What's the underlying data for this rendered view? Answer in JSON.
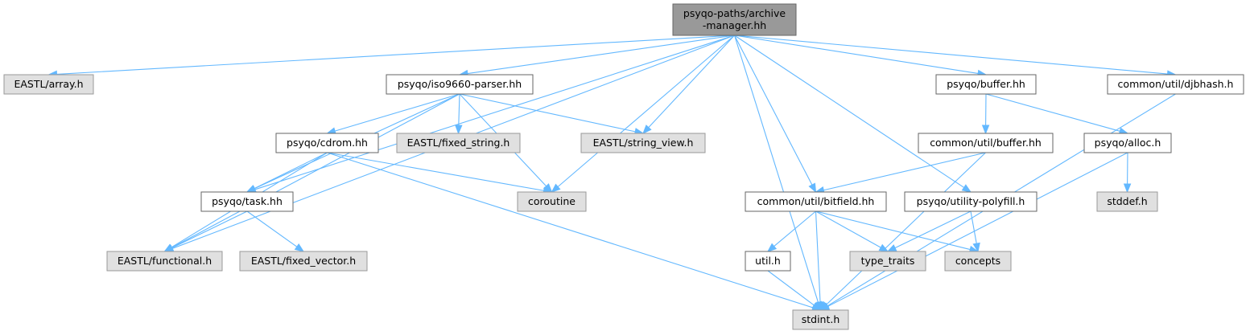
{
  "colors": {
    "root_fill": "#999999",
    "root_stroke": "#666666",
    "project_fill": "#ffffff",
    "project_stroke": "#666666",
    "external_fill": "#e0e0e0",
    "external_stroke": "#999999",
    "edge": "#63b8ff"
  },
  "nodes": [
    {
      "id": "root",
      "lines": [
        "psyqo-paths/archive",
        "-manager.hh"
      ],
      "kind": "root"
    },
    {
      "id": "eastl_array",
      "lines": [
        "EASTL/array.h"
      ],
      "kind": "external"
    },
    {
      "id": "iso9660",
      "lines": [
        "psyqo/iso9660-parser.hh"
      ],
      "kind": "project"
    },
    {
      "id": "buffer_hh",
      "lines": [
        "psyqo/buffer.hh"
      ],
      "kind": "project"
    },
    {
      "id": "djbhash",
      "lines": [
        "common/util/djbhash.h"
      ],
      "kind": "project"
    },
    {
      "id": "cdrom",
      "lines": [
        "psyqo/cdrom.hh"
      ],
      "kind": "project"
    },
    {
      "id": "fixed_string",
      "lines": [
        "EASTL/fixed_string.h"
      ],
      "kind": "external"
    },
    {
      "id": "string_view",
      "lines": [
        "EASTL/string_view.h"
      ],
      "kind": "external"
    },
    {
      "id": "util_buffer",
      "lines": [
        "common/util/buffer.hh"
      ],
      "kind": "project"
    },
    {
      "id": "alloc",
      "lines": [
        "psyqo/alloc.h"
      ],
      "kind": "project"
    },
    {
      "id": "task",
      "lines": [
        "psyqo/task.hh"
      ],
      "kind": "project"
    },
    {
      "id": "coroutine",
      "lines": [
        "coroutine"
      ],
      "kind": "external"
    },
    {
      "id": "bitfield",
      "lines": [
        "common/util/bitfield.hh"
      ],
      "kind": "project"
    },
    {
      "id": "polyfill",
      "lines": [
        "psyqo/utility-polyfill.h"
      ],
      "kind": "project"
    },
    {
      "id": "stddef",
      "lines": [
        "stddef.h"
      ],
      "kind": "external"
    },
    {
      "id": "functional",
      "lines": [
        "EASTL/functional.h"
      ],
      "kind": "external"
    },
    {
      "id": "fixed_vector",
      "lines": [
        "EASTL/fixed_vector.h"
      ],
      "kind": "external"
    },
    {
      "id": "util_h",
      "lines": [
        "util.h"
      ],
      "kind": "project"
    },
    {
      "id": "type_traits",
      "lines": [
        "type_traits"
      ],
      "kind": "external"
    },
    {
      "id": "concepts",
      "lines": [
        "concepts"
      ],
      "kind": "external"
    },
    {
      "id": "stdint",
      "lines": [
        "stdint.h"
      ],
      "kind": "external"
    }
  ],
  "edges": [
    [
      "root",
      "eastl_array"
    ],
    [
      "root",
      "iso9660"
    ],
    [
      "root",
      "buffer_hh"
    ],
    [
      "root",
      "djbhash"
    ],
    [
      "root",
      "functional"
    ],
    [
      "root",
      "task"
    ],
    [
      "root",
      "string_view"
    ],
    [
      "root",
      "coroutine"
    ],
    [
      "root",
      "stdint"
    ],
    [
      "root",
      "bitfield"
    ],
    [
      "root",
      "polyfill"
    ],
    [
      "iso9660",
      "cdrom"
    ],
    [
      "iso9660",
      "fixed_string"
    ],
    [
      "iso9660",
      "string_view"
    ],
    [
      "iso9660",
      "coroutine"
    ],
    [
      "iso9660",
      "task"
    ],
    [
      "iso9660",
      "functional"
    ],
    [
      "cdrom",
      "task"
    ],
    [
      "cdrom",
      "coroutine"
    ],
    [
      "cdrom",
      "functional"
    ],
    [
      "cdrom",
      "stdint"
    ],
    [
      "task",
      "functional"
    ],
    [
      "task",
      "fixed_vector"
    ],
    [
      "buffer_hh",
      "util_buffer"
    ],
    [
      "buffer_hh",
      "alloc"
    ],
    [
      "util_buffer",
      "bitfield"
    ],
    [
      "util_buffer",
      "stdint"
    ],
    [
      "alloc",
      "stddef"
    ],
    [
      "alloc",
      "stdint"
    ],
    [
      "djbhash",
      "stdint"
    ],
    [
      "bitfield",
      "util_h"
    ],
    [
      "bitfield",
      "type_traits"
    ],
    [
      "bitfield",
      "concepts"
    ],
    [
      "bitfield",
      "stdint"
    ],
    [
      "polyfill",
      "type_traits"
    ],
    [
      "polyfill",
      "concepts"
    ],
    [
      "util_h",
      "stdint"
    ]
  ]
}
